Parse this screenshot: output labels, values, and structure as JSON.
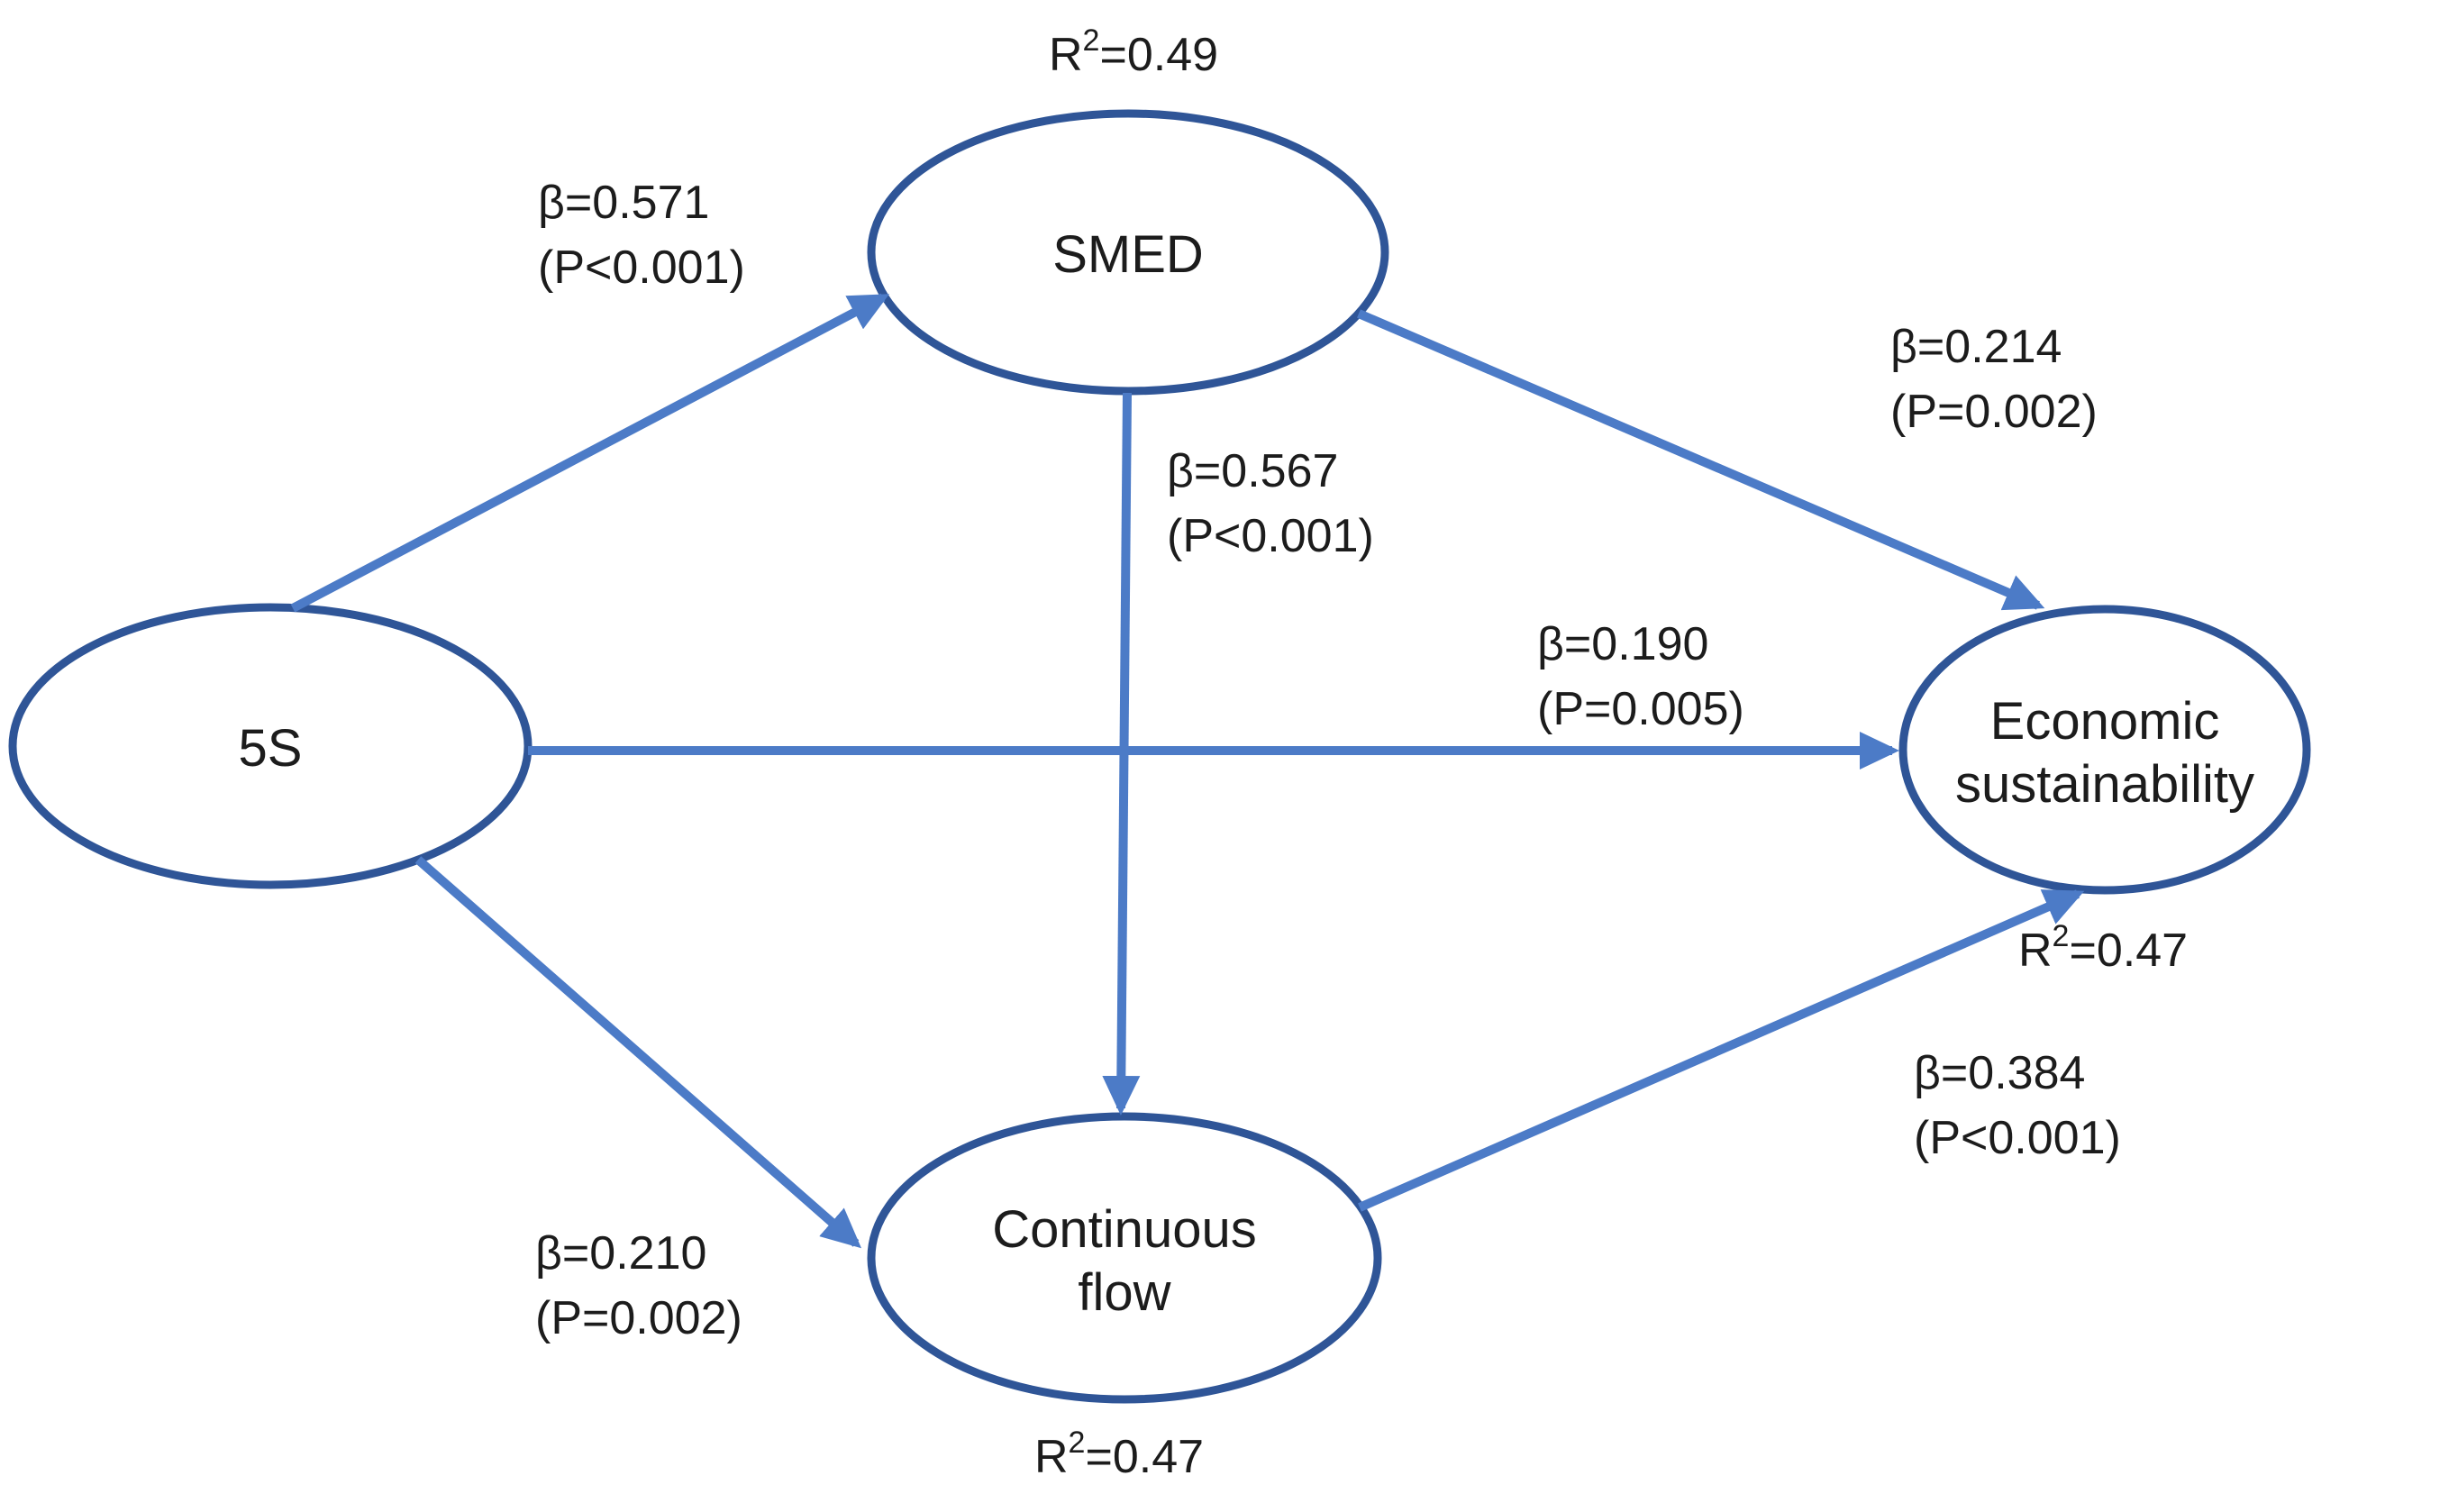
{
  "style": {
    "background": "#ffffff",
    "node_stroke_color": "#2F5597",
    "arrow_color": "#4C7BC7",
    "text_color": "#1c1c1c"
  },
  "nodes": [
    {
      "id": "5s",
      "label_lines": [
        "5S"
      ]
    },
    {
      "id": "smed",
      "label_lines": [
        "SMED"
      ],
      "r2": {
        "base": "R",
        "sup": "2",
        "rest": "=0.49"
      }
    },
    {
      "id": "continuous-flow",
      "label_lines": [
        "Continuous",
        "flow"
      ],
      "r2": {
        "base": "R",
        "sup": "2",
        "rest": "=0.47"
      }
    },
    {
      "id": "economic-sustainability",
      "label_lines": [
        "Economic",
        "sustainability"
      ],
      "r2": {
        "base": "R",
        "sup": "2",
        "rest": "=0.47"
      }
    }
  ],
  "edges": [
    {
      "from": "5s",
      "to": "smed",
      "beta": "β=0.571",
      "p": "(P<0.001)"
    },
    {
      "from": "5s",
      "to": "economic-sustainability",
      "beta": "β=0.190",
      "p": "(P=0.005)"
    },
    {
      "from": "5s",
      "to": "continuous-flow",
      "beta": "β=0.210",
      "p": "(P=0.002)"
    },
    {
      "from": "smed",
      "to": "economic-sustainability",
      "beta": "β=0.214",
      "p": "(P=0.002)"
    },
    {
      "from": "smed",
      "to": "continuous-flow",
      "beta": "β=0.567",
      "p": "(P<0.001)"
    },
    {
      "from": "continuous-flow",
      "to": "economic-sustainability",
      "beta": "β=0.384",
      "p": "(P<0.001)"
    }
  ]
}
